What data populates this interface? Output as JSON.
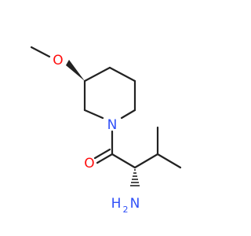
{
  "molecule": {
    "atoms": {
      "methoxy_oxygen": {
        "label": "O",
        "color": "#ff0d0d"
      },
      "ring_nitrogen": {
        "label": "N",
        "color": "#3050f8"
      },
      "carbonyl_oxygen": {
        "label": "O",
        "color": "#ff0d0d"
      },
      "amine": {
        "label_h": "H",
        "label_2": "2",
        "label_n": "N",
        "color": "#3050f8"
      }
    },
    "bond_color": "#222222"
  }
}
